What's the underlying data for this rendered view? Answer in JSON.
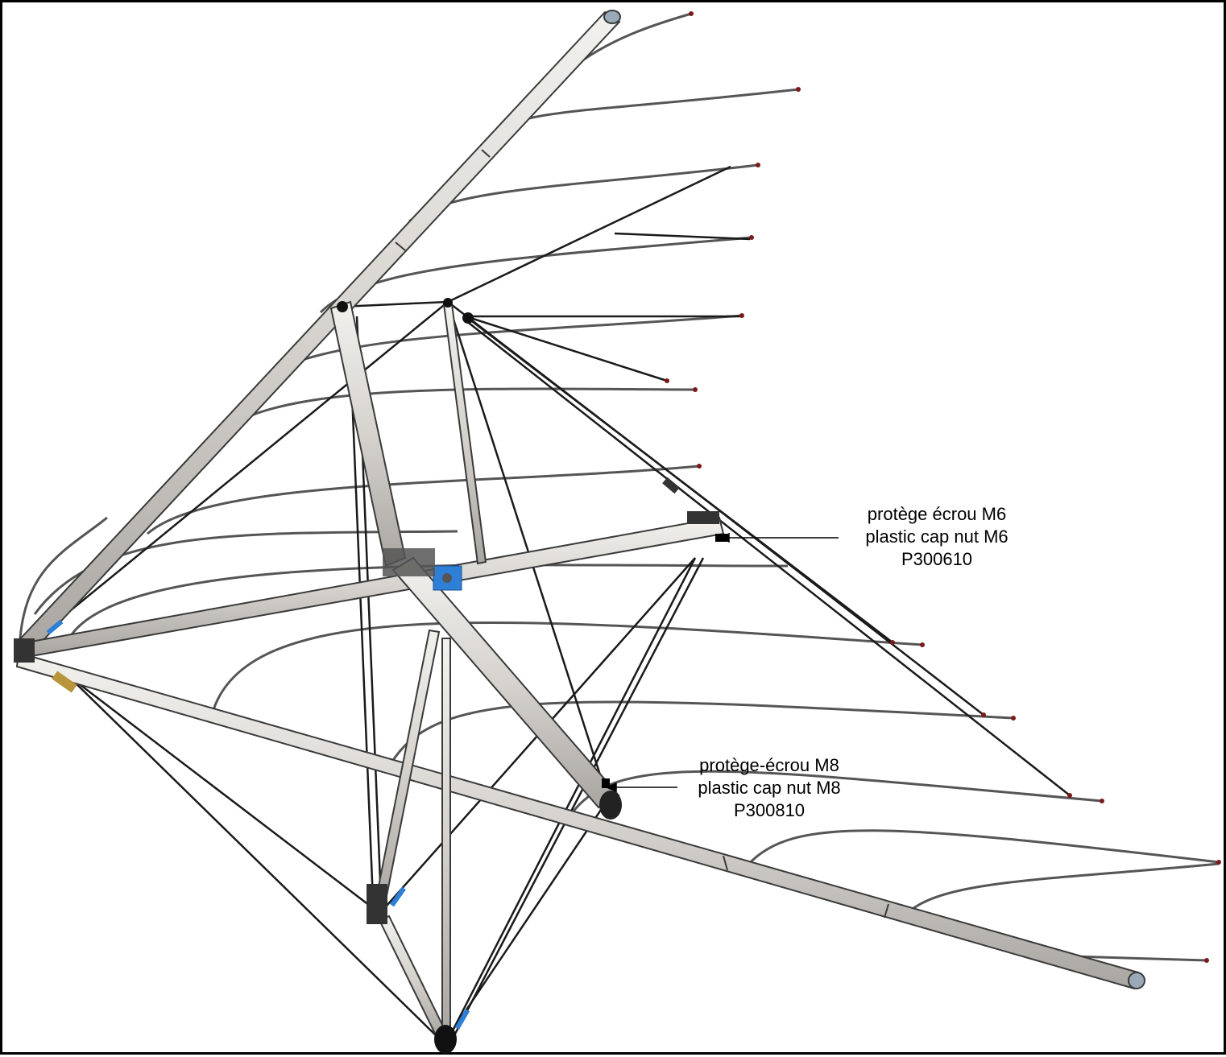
{
  "callouts": {
    "m6": {
      "line1": "protège écrou M6",
      "line2": "plastic cap nut M6",
      "line3": "P300610"
    },
    "m8": {
      "line1": "protège-écrou M8",
      "line2": "plastic cap nut M8",
      "line3": "P300810"
    }
  },
  "colors": {
    "tube_fill": "#dcdad6",
    "tube_stroke": "#3a3a3a",
    "cable": "#1a1a1a",
    "bracket_blue": "#2e7fd6",
    "bracket_dark": "#222222",
    "sleeve_gold": "#b8943a"
  }
}
